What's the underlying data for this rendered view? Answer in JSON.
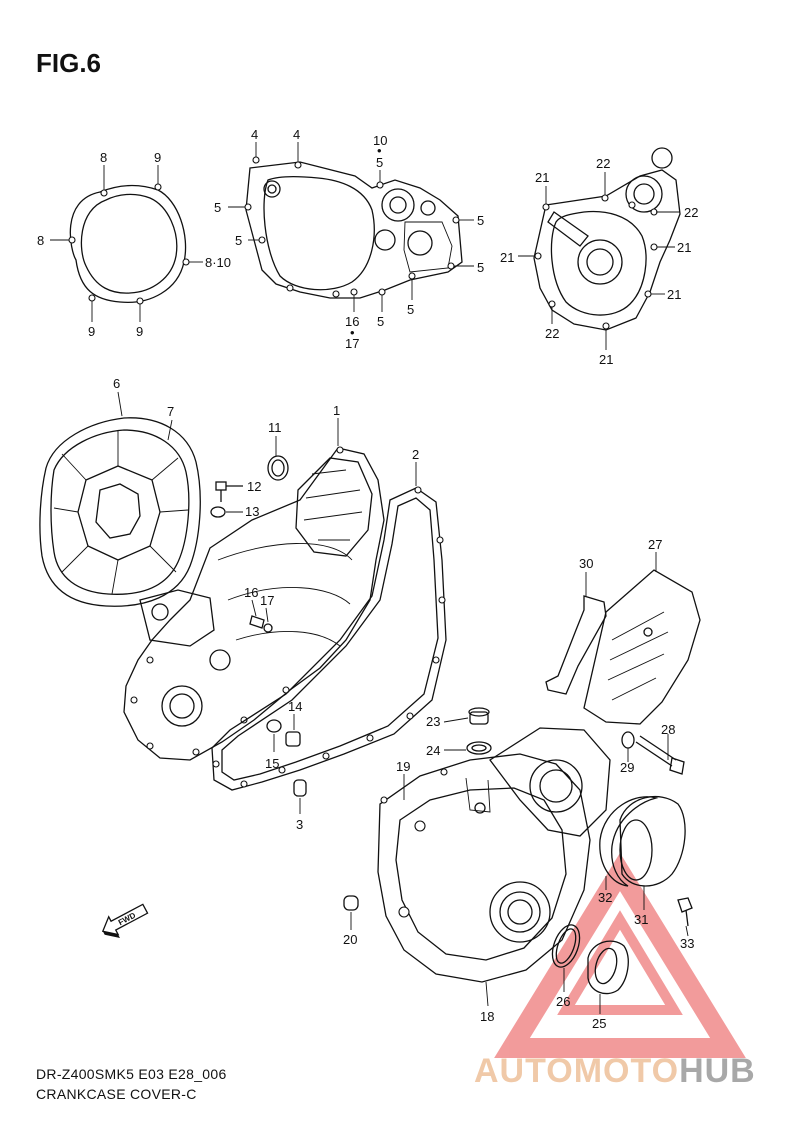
{
  "figure": {
    "title": "FIG.6",
    "model": "DR-Z400SMK5 E03 E28_006",
    "section": "CRANKCASE COVER-C"
  },
  "watermark": {
    "part1": "AUTOMOTO",
    "part2": "HUB",
    "colors": {
      "triangle": "#e84a4a",
      "text_main": "#f0c9a8",
      "text_hub": "#a8a8a8"
    }
  },
  "fwd_label": "FWD",
  "callouts": {
    "c_8a": "8",
    "c_9a": "9",
    "c_8b": "8",
    "c_810": "8·10",
    "c_9b": "9",
    "c_9c": "9",
    "c_4a": "4",
    "c_4b": "4",
    "c_10": "10",
    "c_5dot": "•",
    "c_5top": "5",
    "c_5l1": "5",
    "c_5l2": "5",
    "c_5r1": "5",
    "c_5r2": "5",
    "c_5b1": "5",
    "c_5b2": "5",
    "c_16a": "16",
    "c_dot2": "•",
    "c_17a": "17",
    "c_21a": "21",
    "c_22a": "22",
    "c_22b": "22",
    "c_21b": "21",
    "c_21c": "21",
    "c_21d": "21",
    "c_22c": "22",
    "c_21e": "21",
    "c_6": "6",
    "c_7": "7",
    "c_11": "11",
    "c_1": "1",
    "c_2": "2",
    "c_12": "12",
    "c_13": "13",
    "c_16b": "16",
    "c_17b": "17",
    "c_14": "14",
    "c_15": "15",
    "c_3": "3",
    "c_30": "30",
    "c_27": "27",
    "c_23": "23",
    "c_24": "24",
    "c_19": "19",
    "c_28": "28",
    "c_29": "29",
    "c_32": "32",
    "c_31": "31",
    "c_33": "33",
    "c_20": "20",
    "c_26": "26",
    "c_25": "25",
    "c_18": "18"
  }
}
